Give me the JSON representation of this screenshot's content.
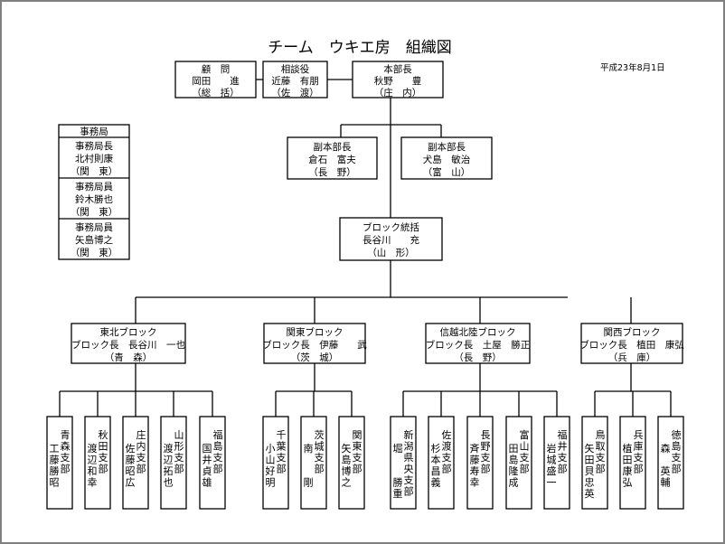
{
  "title": "チーム　ウキエ房　組織図",
  "date": "平成23年8月1日",
  "top": [
    {
      "role": "顧　問",
      "name": "岡田　　進",
      "region": "（総　括）"
    },
    {
      "role": "相談役",
      "name": "近藤　有朋",
      "region": "（佐　渡）"
    },
    {
      "role": "本部長",
      "name": "秋野　　豊",
      "region": "（庄　内）"
    }
  ],
  "vice": [
    {
      "role": "副本部長",
      "name": "倉石　富夫",
      "region": "（長　野）"
    },
    {
      "role": "副本部長",
      "name": "犬島　敏治",
      "region": "（富　山）"
    }
  ],
  "block_lead": {
    "role": "ブロック統括",
    "name": "長谷川　　充",
    "region": "（山　形）"
  },
  "office": {
    "header": "事務局",
    "members": [
      {
        "role": "事務局長",
        "name": "北村則康",
        "region": "（関　東）"
      },
      {
        "role": "事務局員",
        "name": "鈴木勝也",
        "region": "（関　東）"
      },
      {
        "role": "事務局員",
        "name": "矢島博之",
        "region": "（関　東）"
      }
    ]
  },
  "blocks": [
    {
      "name": "東北ブロック",
      "leader": "ブロック長　長谷川　一也",
      "region": "（青　森）",
      "branches": [
        {
          "branch": "青森支部",
          "person": "工藤勝昭"
        },
        {
          "branch": "秋田支部",
          "person": "渡辺和幸"
        },
        {
          "branch": "庄内支部",
          "person": "佐藤昭広"
        },
        {
          "branch": "山形支部",
          "person": "渡辺拓也"
        },
        {
          "branch": "福島支部",
          "person": "国井貞雄"
        }
      ]
    },
    {
      "name": "関東ブロック",
      "leader": "ブロック長　伊藤　　武",
      "region": "（茨　城）",
      "branches": [
        {
          "branch": "千葉支部",
          "person": "小山好明"
        },
        {
          "branch": "茨城支部",
          "person": "南　　剛"
        },
        {
          "branch": "関東支部",
          "person": "矢島博之"
        }
      ]
    },
    {
      "name": "信越北陸ブロック",
      "leader": "ブロック長　土屋　勝正",
      "region": "（長　野）",
      "branches": [
        {
          "branch": "新潟県央支部",
          "person": "堀　　勝重"
        },
        {
          "branch": "佐渡支部",
          "person": "杉本昌義"
        },
        {
          "branch": "長野支部",
          "person": "斉藤寿幸"
        },
        {
          "branch": "富山支部",
          "person": "田島隆成"
        },
        {
          "branch": "福井支部",
          "person": "岩城盛一"
        }
      ]
    },
    {
      "name": "関西ブロック",
      "leader": "ブロック長　植田　康弘",
      "region": "（兵　庫）",
      "branches": [
        {
          "branch": "鳥取支部",
          "person": "矢田貝忠英"
        },
        {
          "branch": "兵庫支部",
          "person": "植田康弘"
        },
        {
          "branch": "徳島支部",
          "person": "森　英輔"
        }
      ]
    }
  ]
}
